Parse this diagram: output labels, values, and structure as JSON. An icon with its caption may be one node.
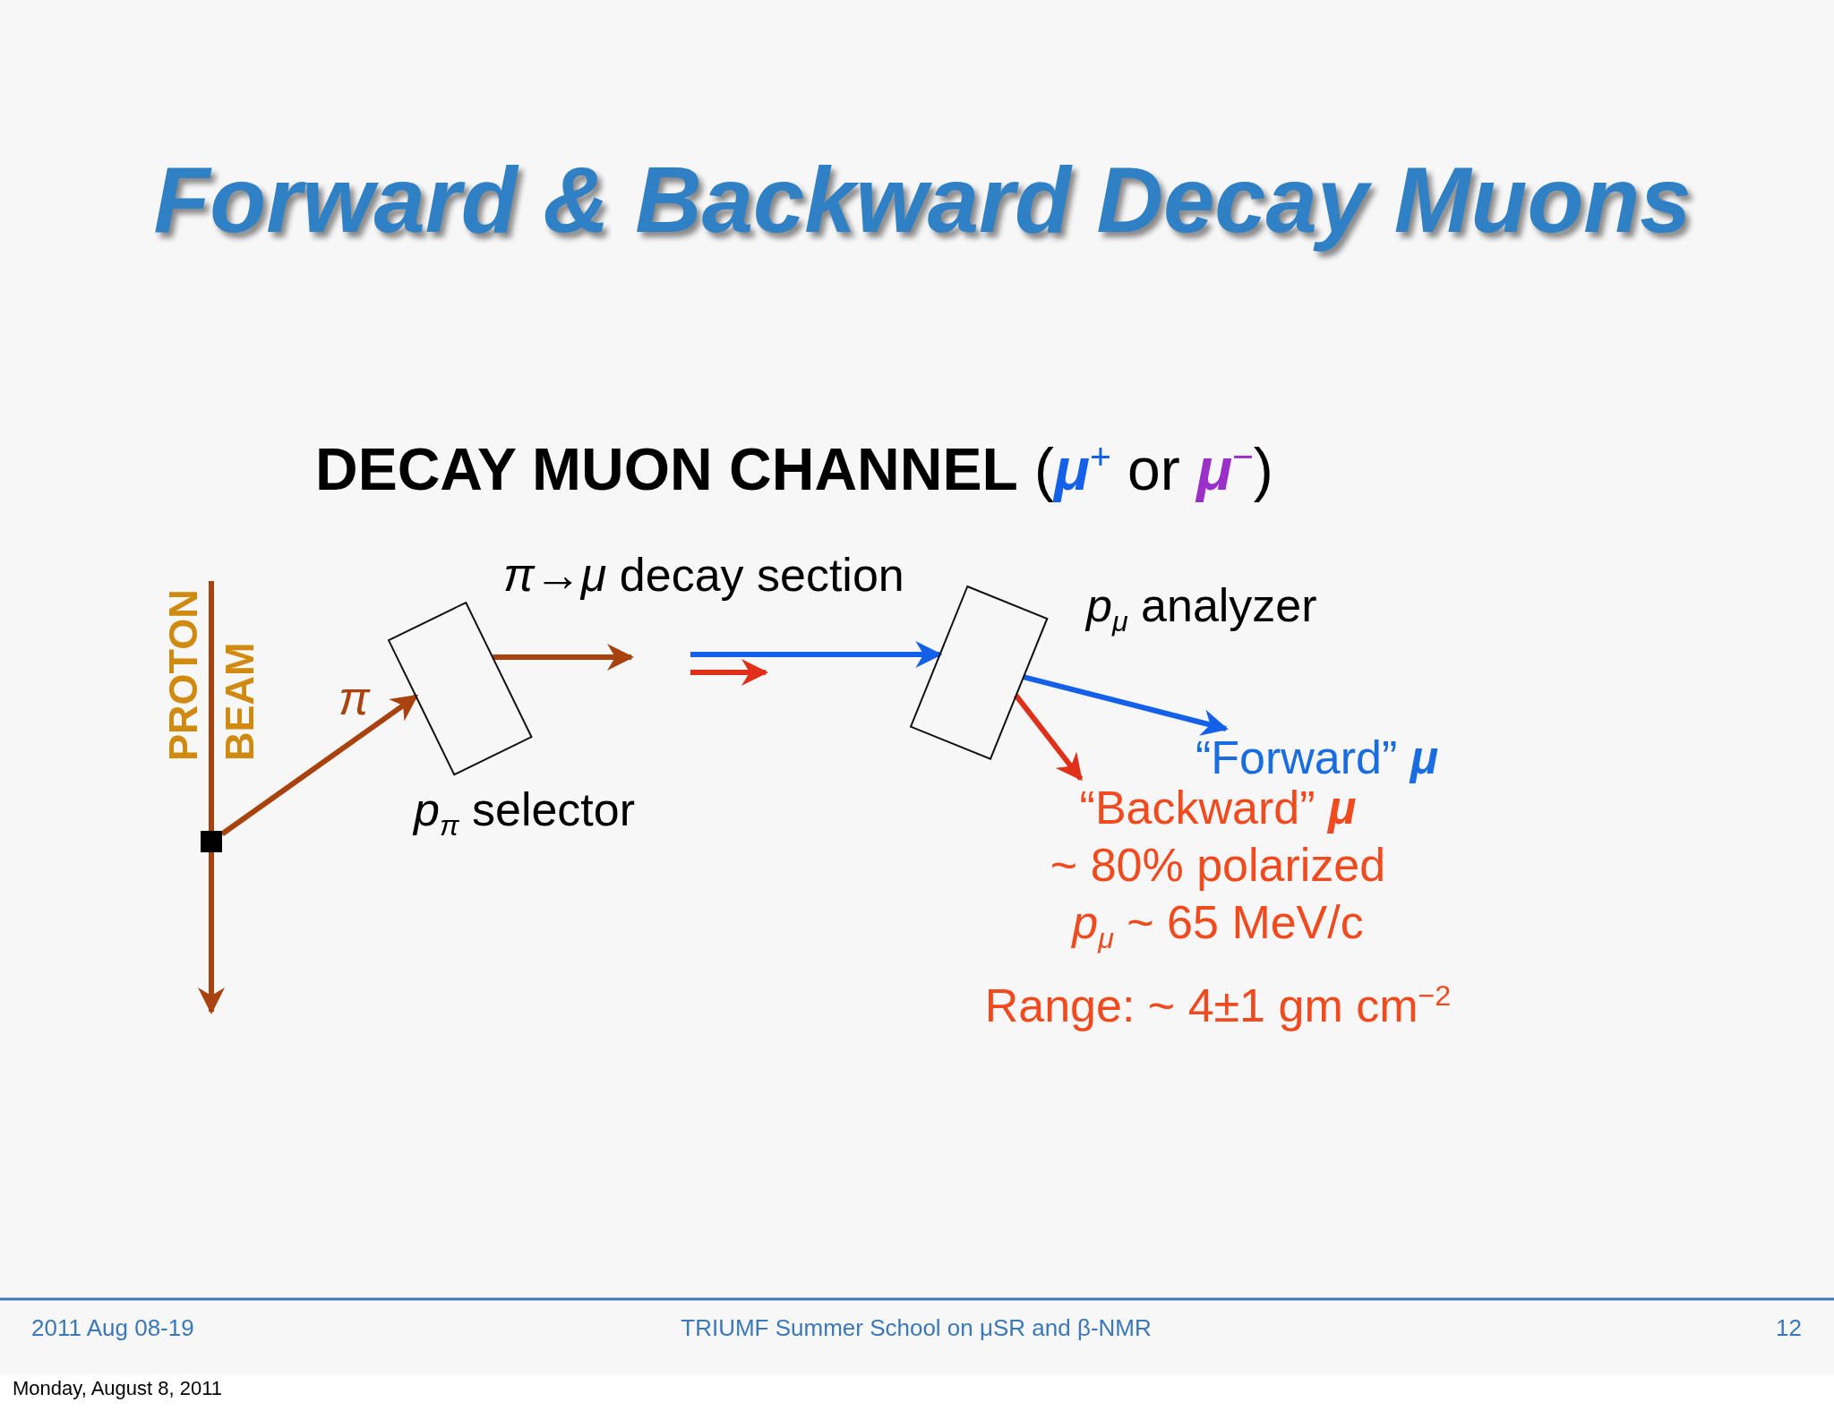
{
  "diagram": {
    "title": "Forward & Backward Decay Muons",
    "nodes": [
      {
        "text": [],
        "shape": "box"
      },
      {
        "text": [],
        "shape": "box",
        "beside": [
          "*p*$_{π}$ selector"
        ]
      },
      {
        "text": [],
        "shape": "box",
        "beside": [
          "*p*$_{μ}$ analyzer"
        ]
      },
      {
        "text": [
          "“Forward” *μ*"
        ]
      },
      {
        "text": [
          "“Backward” *μ*",
          "~ 80% polarized",
          "*p*$_{μ}$ ~ 65 MeV/c",
          "Range: ~ 4±1 gm cm$^{−2}$"
        ]
      }
    ],
    "edges": [
      {
        "from": null,
        "to": 0,
        "arrow": "none"
      },
      {
        "from": 0,
        "to": null,
        "arrow": "to"
      },
      {
        "from": 0,
        "to": 1,
        "arrow": "to",
        "label": "π"
      },
      {
        "from": 1,
        "to": null,
        "arrow": "to"
      },
      {
        "from": null,
        "to": 2,
        "arrow": "to",
        "color": "#1560e8"
      },
      {
        "from": 2,
        "to": 3,
        "arrow": "to",
        "color": "#1560e8"
      },
      {
        "from": 2,
        "to": 4,
        "arrow": "to",
        "color": "#e0301a"
      }
    ],
    "labels": [
      "**DECAY MUON CHANNEL** (*μ*$^{+}$ or *μ*$^{−}$)",
      "PROTON",
      "BEAM",
      "*π*→*μ* decay section",
      "2011 Aug 08-19",
      "TRIUMF Summer School on μSR and β-NMR",
      "12",
      "Monday, August 8, 2011"
    ]
  }
}
